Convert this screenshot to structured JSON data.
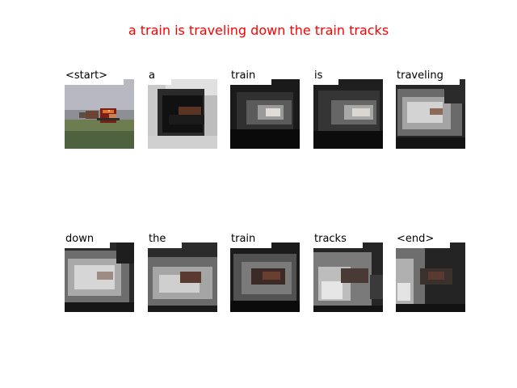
{
  "caption": {
    "text": "a train is traveling down the train tracks",
    "color": "#ff0000"
  },
  "rows": [
    {
      "tiles": [
        {
          "word": "<start>",
          "attention": "original"
        },
        {
          "word": "a",
          "attention": "broad"
        },
        {
          "word": "train",
          "attention": "focus-center"
        },
        {
          "word": "is",
          "attention": "focus-center-right"
        },
        {
          "word": "traveling",
          "attention": "wide-left"
        }
      ]
    },
    {
      "tiles": [
        {
          "word": "down",
          "attention": "wide-left"
        },
        {
          "word": "the",
          "attention": "lower-wide"
        },
        {
          "word": "train",
          "attention": "center-soft"
        },
        {
          "word": "tracks",
          "attention": "lower-left"
        },
        {
          "word": "<end>",
          "attention": "left-edge"
        }
      ]
    }
  ]
}
